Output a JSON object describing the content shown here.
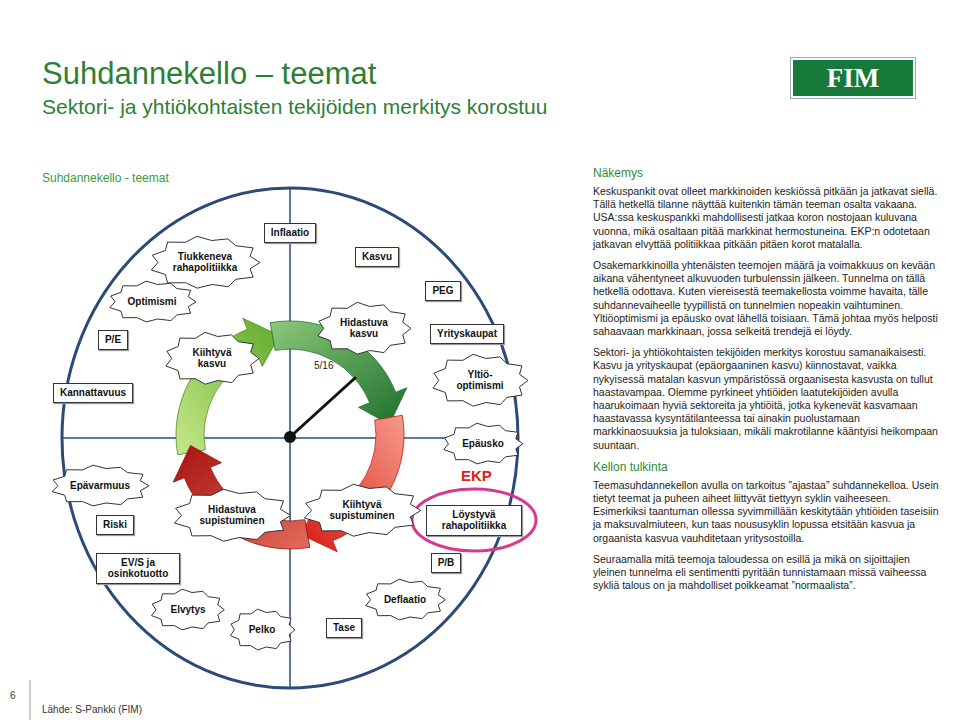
{
  "diagram": {
    "title": "Suhdannekello – teemat",
    "nodes": [
      {
        "text": [
          "FIM"
        ]
      },
      {
        "text": [
          "Inflaatio"
        ]
      },
      {
        "text": [
          "Tiukkeneva rahapolitiikka"
        ]
      },
      {
        "text": [
          "Kasvu"
        ]
      },
      {
        "text": [
          "Optimismi"
        ]
      },
      {
        "text": [
          "PEG"
        ]
      },
      {
        "text": [
          "P/E"
        ]
      },
      {
        "text": [
          "Hidastuva kasvu"
        ]
      },
      {
        "text": [
          "Yrityskaupat"
        ]
      },
      {
        "text": [
          "Kiihtyvä kasvu"
        ]
      },
      {
        "text": [
          "Yltiö- optimismi"
        ]
      },
      {
        "text": [
          "Kannattavuus"
        ]
      },
      {
        "text": [
          "Epäusko"
        ]
      },
      {
        "text": [
          "Epävarmuus"
        ]
      },
      {
        "text": [
          "Löystyvä rahapolitiikka"
        ]
      },
      {
        "text": [
          "Riski"
        ]
      },
      {
        "text": [
          "Hidastuva supistuminen"
        ]
      },
      {
        "text": [
          "Kiihtyvä supistuminen"
        ]
      },
      {
        "text": [
          "EV/S ja osinkotuotto"
        ]
      },
      {
        "text": [
          "P/B"
        ]
      },
      {
        "text": [
          "Elvytys"
        ]
      },
      {
        "text": [
          "Deflaatio"
        ]
      },
      {
        "text": [
          "Pelko"
        ]
      },
      {
        "text": [
          "Tase"
        ]
      }
    ],
    "labels": [
      "Sektori- ja yhtiökohtaisten tekijöiden merkitys korostuu",
      "Suhdannekello - teemat",
      "5/16",
      "EKP",
      "Näkemys",
      "Keskuspankit ovat olleet markkinoiden keskiössä pitkään ja jatkavat siellä. Tällä hetkellä tilanne näyttää kuitenkin tämän teeman osalta vakaana. USA:ssa keskuspankki mahdollisesti jatkaa koron nostojaan kuluvana vuonna, mikä osaltaan pitää markkinat hermostuneina. EKP:n odotetaan jatkavan elvyttää politiikkaa pitkään pitäen korot matalalla.",
      "Osakemarkkinoilla yhtenäisten teemojen määrä ja voimakkuus on kevään aikana vähentyneet alkuvuoden turbulenssin jälkeen. Tunnelma on tällä hetkellä odottava. Kuten viereisestä teemakellosta voimme havaita, tälle suhdannevaiheelle tyypillistä on tunnelmien nopeakin vaihtuminen. Yltiöoptimismi ja epäusko ovat lähellä toisiaan. Tämä johtaa myös helposti sahaavaan markkinaan, jossa selkeitä trendejä ei löydy.",
      "Sektori- ja yhtiökohtaisten tekijöiden merkitys korostuu samanaikaisesti. Kasvu ja yrityskaupat (epäorgaaninen kasvu) kiinnostavat, vaikka nykyisessä matalan kasvun ympäristössä orgaanisesta kasvusta on tullut haastavampaa. Olemme pyrkineet yhtiöiden laatutekijöiden avulla haarukoimaan hyviä sektoreita ja yhtiöitä, jotka kykenevät kasvamaan haastavassa kysyntätilanteessa tai ainakin puolustamaan markkinaosuuksia ja tuloksiaan, mikäli makrotilanne kääntyisi heikompaan suuntaan.",
      "Kellon tulkinta",
      "Teemasuhdannekellon avulla on tarkoitus ”ajastaa” suhdannekelloa. Usein tietyt teemat ja puheen aiheet liittyvät tiettyyn syklin vaiheeseen. Esimerkiksi taantuman ollessa syvimmillään keskitytään yhtiöiden taseisiin ja maksuvalmiuteen, kun taas noususyklin lopussa etsitään kasvua ja orgaanista kasvua vauhditetaan yritysostoilla.",
      "Seuraamalla mitä teemoja taloudessa on esillä ja mikä on sijoittajien yleinen tunnelma eli sentimentti pyritään tunnistamaan missä vaiheessa sykliä talous on ja mahdolliset poikkeamat ”normaalista”.",
      "6",
      "Lähde: S-Pankki (FIM)"
    ]
  }
}
